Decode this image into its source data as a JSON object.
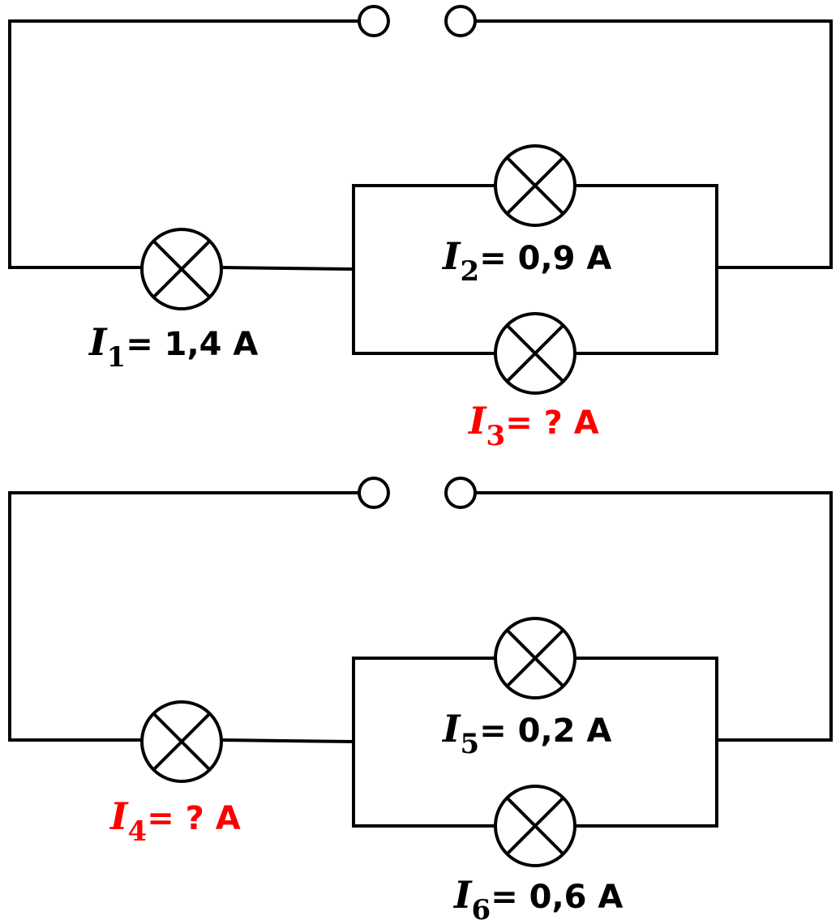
{
  "colors": {
    "known": "#000000",
    "unknown": "#ff0000"
  },
  "circuits": [
    {
      "series_lamp": {
        "symbol": "I",
        "index": "1",
        "value": "= 1,4 A",
        "unknown": false
      },
      "parallel_top": {
        "symbol": "I",
        "index": "2",
        "value": "= 0,9 A",
        "unknown": false
      },
      "parallel_bottom": {
        "symbol": "I",
        "index": "3",
        "value": "= ? A",
        "unknown": true
      }
    },
    {
      "series_lamp": {
        "symbol": "I",
        "index": "4",
        "value": "= ? A",
        "unknown": true
      },
      "parallel_top": {
        "symbol": "I",
        "index": "5",
        "value": "= 0,2 A",
        "unknown": false
      },
      "parallel_bottom": {
        "symbol": "I",
        "index": "6",
        "value": "= 0,6 A",
        "unknown": false
      }
    }
  ]
}
